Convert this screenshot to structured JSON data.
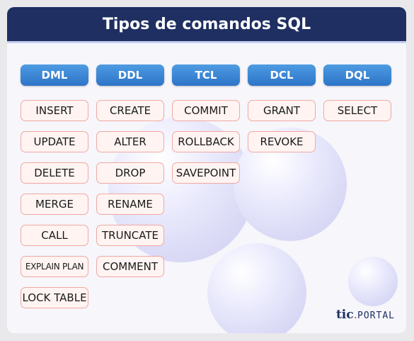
{
  "title": "Tipos de comandos SQL",
  "categories": [
    {
      "name": "DML",
      "commands": [
        "INSERT",
        "UPDATE",
        "DELETE",
        "MERGE",
        "CALL",
        "EXPLAIN PLAN",
        "LOCK TABLE"
      ]
    },
    {
      "name": "DDL",
      "commands": [
        "CREATE",
        "ALTER",
        "DROP",
        "RENAME",
        "TRUNCATE",
        "COMMENT"
      ]
    },
    {
      "name": "TCL",
      "commands": [
        "COMMIT",
        "ROLLBACK",
        "SAVEPOINT"
      ]
    },
    {
      "name": "DCL",
      "commands": [
        "GRANT",
        "REVOKE"
      ]
    },
    {
      "name": "DQL",
      "commands": [
        "SELECT"
      ]
    }
  ],
  "logo": {
    "tic": "tic",
    "dot": ".",
    "portal": "PORTAL"
  },
  "colors": {
    "header": "#1f2f62",
    "category_pill": "#2d74c8",
    "command_border": "#f0a8a2",
    "command_fill": "#fff4f2"
  }
}
